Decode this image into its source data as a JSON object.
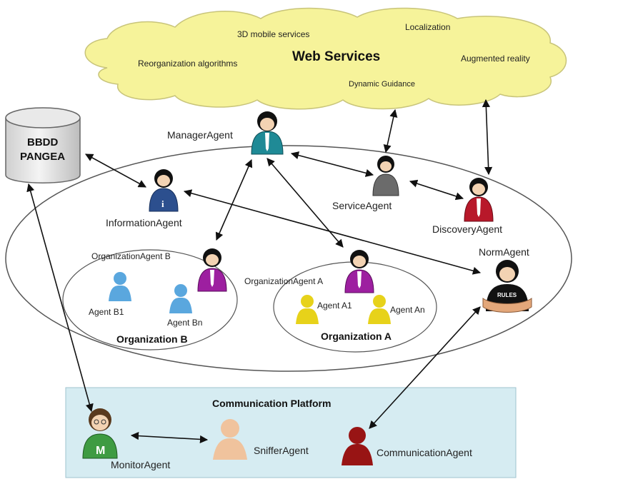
{
  "cloud": {
    "title": "Web Services",
    "items": {
      "mobile": "3D mobile services",
      "localization": "Localization",
      "reorganization": "Reorganization algorithms",
      "augmented": "Augmented reality",
      "guidance": "Dynamic Guidance"
    }
  },
  "database": {
    "line1": "BBDD",
    "line2": "PANGEA"
  },
  "agents": {
    "manager": "ManagerAgent",
    "information": "InformationAgent",
    "service": "ServiceAgent",
    "discovery": "DiscoveryAgent",
    "norm": "NormAgent",
    "norm_badge": "RULES",
    "org_agent_b": "OrganizationAgent B",
    "org_agent_a": "OrganizationAgent A",
    "agent_b1": "Agent B1",
    "agent_bn": "Agent Bn",
    "agent_a1": "Agent A1",
    "agent_an": "Agent An",
    "monitor": "MonitorAgent",
    "monitor_badge": "M",
    "sniffer": "SnifferAgent",
    "communication": "CommunicationAgent"
  },
  "organizations": {
    "b": "Organization B",
    "a": "Organization A"
  },
  "platform": {
    "title": "Communication Platform"
  },
  "colors": {
    "cloud_fill": "#f6f39a",
    "cloud_stroke": "#c8c47a",
    "platform_fill": "#d6ecf2",
    "manager": "#1f8a96",
    "information": "#2c4f8e",
    "service": "#6b6b6b",
    "discovery": "#b8182a",
    "org_agent": "#9d1fa0",
    "agent_b": "#5aa7de",
    "agent_a": "#e7d21a",
    "monitor": "#3e9b42",
    "sniffer": "#f0c39d",
    "communication": "#981414"
  }
}
